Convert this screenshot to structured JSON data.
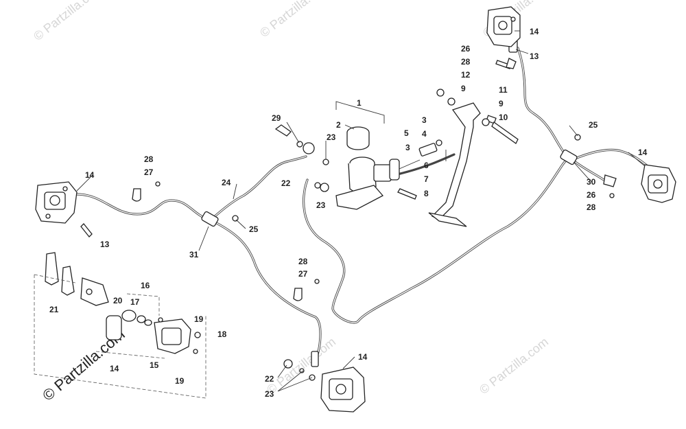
{
  "watermarks": [
    {
      "text": "© Partzilla.com",
      "big": false
    },
    {
      "text": "© Partzilla.com",
      "big": false
    },
    {
      "text": "© Partzilla.com",
      "big": false
    },
    {
      "text": "© Partzilla.com",
      "big": false
    },
    {
      "text": "© Partzilla.com",
      "big": false
    },
    {
      "text": "© Partzilla.com",
      "big": true
    }
  ],
  "callouts": [
    "1",
    "2",
    "23",
    "29",
    "5",
    "4",
    "3",
    "3",
    "6",
    "7",
    "8",
    "22",
    "23",
    "11",
    "9",
    "10",
    "12",
    "9",
    "26",
    "28",
    "14",
    "13",
    "25",
    "14",
    "30",
    "26",
    "28",
    "28",
    "27",
    "14",
    "13",
    "24",
    "25",
    "31",
    "28",
    "27",
    "16",
    "17",
    "20",
    "21",
    "19",
    "18",
    "15",
    "14",
    "19",
    "14",
    "22",
    "23"
  ]
}
